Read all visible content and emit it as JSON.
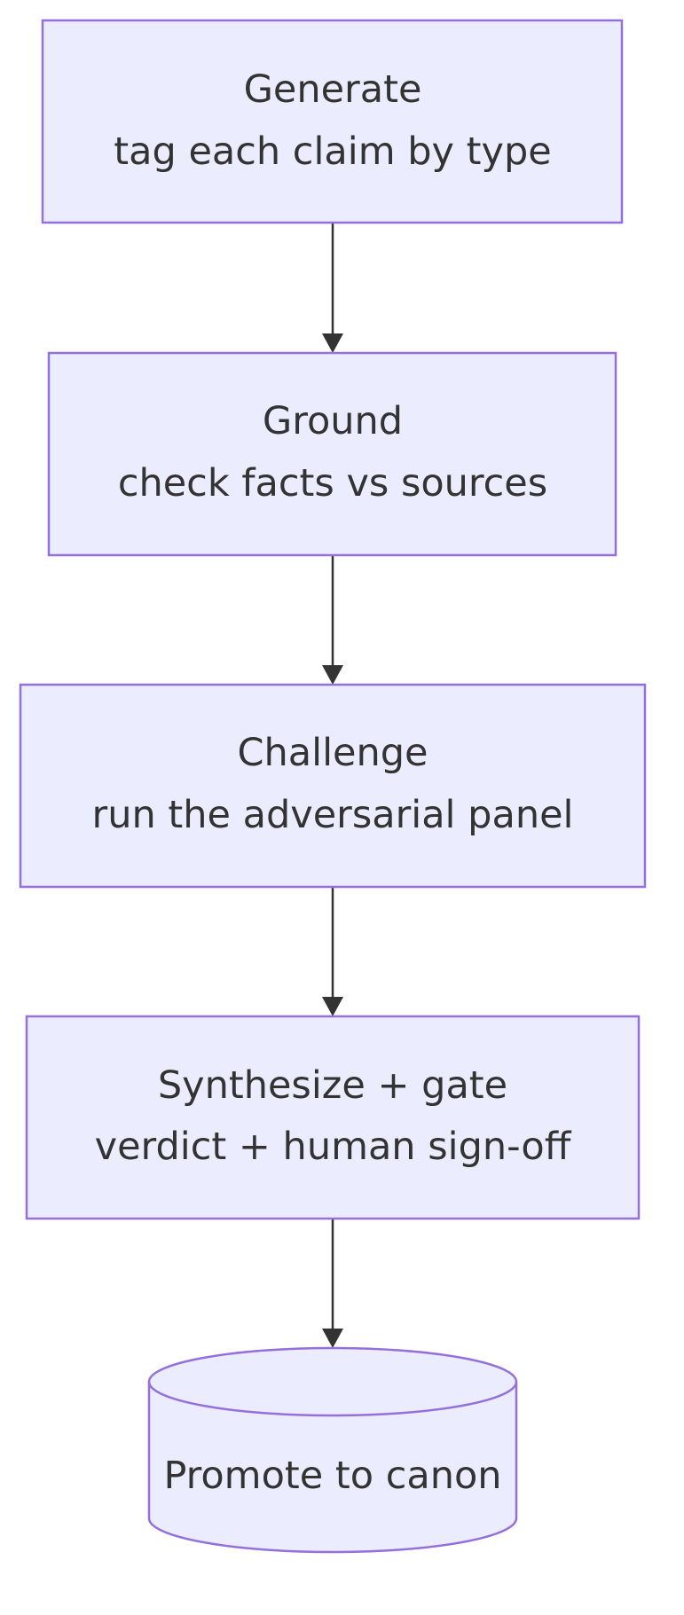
{
  "colors": {
    "node_fill": "#ECECFF",
    "node_stroke": "#9370DB",
    "text": "#333333",
    "edge": "#333333",
    "background": "#FFFFFF"
  },
  "nodes": [
    {
      "id": "generate",
      "shape": "rectangle",
      "title": "Generate",
      "subtitle": "tag each claim by type"
    },
    {
      "id": "ground",
      "shape": "rectangle",
      "title": "Ground",
      "subtitle": "check facts vs sources"
    },
    {
      "id": "challenge",
      "shape": "rectangle",
      "title": "Challenge",
      "subtitle": "run the adversarial panel"
    },
    {
      "id": "synthesize",
      "shape": "rectangle",
      "title": "Synthesize + gate",
      "subtitle": "verdict + human sign-off"
    },
    {
      "id": "promote",
      "shape": "cylinder",
      "title": "Promote to canon"
    }
  ],
  "edges": [
    {
      "from": "generate",
      "to": "ground"
    },
    {
      "from": "ground",
      "to": "challenge"
    },
    {
      "from": "challenge",
      "to": "synthesize"
    },
    {
      "from": "synthesize",
      "to": "promote"
    }
  ]
}
